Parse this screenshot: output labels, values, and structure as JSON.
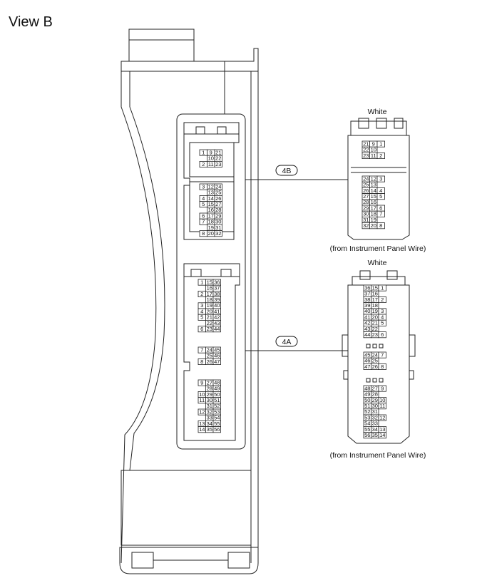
{
  "view_title": "View B",
  "connectors": [
    {
      "id": "4B",
      "color_label": "White",
      "source_label": "(from Instrument Panel Wire)",
      "left_rows": [
        [
          "1",
          "9",
          "21"
        ],
        [
          "",
          "10",
          "22"
        ],
        [
          "2",
          "11",
          "23"
        ],
        [
          "3",
          "12",
          "24"
        ],
        [
          "",
          "13",
          "25"
        ],
        [
          "4",
          "14",
          "26"
        ],
        [
          "5",
          "15",
          "27"
        ],
        [
          "",
          "16",
          "28"
        ],
        [
          "6",
          "17",
          "29"
        ],
        [
          "7",
          "18",
          "30"
        ],
        [
          "",
          "19",
          "31"
        ],
        [
          "8",
          "20",
          "32"
        ]
      ],
      "right_rows": [
        [
          "21",
          "9",
          "1"
        ],
        [
          "22",
          "10",
          ""
        ],
        [
          "23",
          "11",
          "2"
        ],
        [
          "24",
          "12",
          "3"
        ],
        [
          "25",
          "13",
          ""
        ],
        [
          "26",
          "14",
          "4"
        ],
        [
          "27",
          "15",
          "5"
        ],
        [
          "28",
          "16",
          ""
        ],
        [
          "29",
          "17",
          "6"
        ],
        [
          "30",
          "18",
          "7"
        ],
        [
          "31",
          "19",
          ""
        ],
        [
          "32",
          "20",
          "8"
        ]
      ]
    },
    {
      "id": "4A",
      "color_label": "White",
      "source_label": "(from Instrument Panel Wire)",
      "left_rows": [
        [
          "1",
          "15",
          "36"
        ],
        [
          "",
          "16",
          "37"
        ],
        [
          "2",
          "17",
          "38"
        ],
        [
          "",
          "18",
          "39"
        ],
        [
          "3",
          "19",
          "40"
        ],
        [
          "4",
          "20",
          "41"
        ],
        [
          "5",
          "21",
          "42"
        ],
        [
          "",
          "22",
          "43"
        ],
        [
          "6",
          "23",
          "44"
        ],
        [
          "7",
          "24",
          "45"
        ],
        [
          "",
          "25",
          "46"
        ],
        [
          "8",
          "26",
          "47"
        ],
        [
          "9",
          "27",
          "48"
        ],
        [
          "",
          "28",
          "49"
        ],
        [
          "10",
          "29",
          "50"
        ],
        [
          "11",
          "30",
          "51"
        ],
        [
          "",
          "31",
          "52"
        ],
        [
          "12",
          "32",
          "53"
        ],
        [
          "",
          "33",
          "54"
        ],
        [
          "13",
          "34",
          "55"
        ],
        [
          "14",
          "35",
          "56"
        ]
      ],
      "right_rows": [
        [
          "36",
          "15",
          "1"
        ],
        [
          "37",
          "16",
          ""
        ],
        [
          "38",
          "17",
          "2"
        ],
        [
          "39",
          "18",
          ""
        ],
        [
          "40",
          "19",
          "3"
        ],
        [
          "41",
          "20",
          "4"
        ],
        [
          "42",
          "21",
          "5"
        ],
        [
          "43",
          "22",
          ""
        ],
        [
          "44",
          "23",
          "6"
        ],
        [
          "45",
          "24",
          "7"
        ],
        [
          "46",
          "25",
          ""
        ],
        [
          "47",
          "26",
          "8"
        ],
        [
          "48",
          "27",
          "9"
        ],
        [
          "49",
          "28",
          ""
        ],
        [
          "50",
          "29",
          "10"
        ],
        [
          "51",
          "30",
          "11"
        ],
        [
          "52",
          "31",
          ""
        ],
        [
          "53",
          "32",
          "12"
        ],
        [
          "54",
          "33",
          ""
        ],
        [
          "55",
          "34",
          "13"
        ],
        [
          "56",
          "35",
          "14"
        ]
      ]
    }
  ]
}
